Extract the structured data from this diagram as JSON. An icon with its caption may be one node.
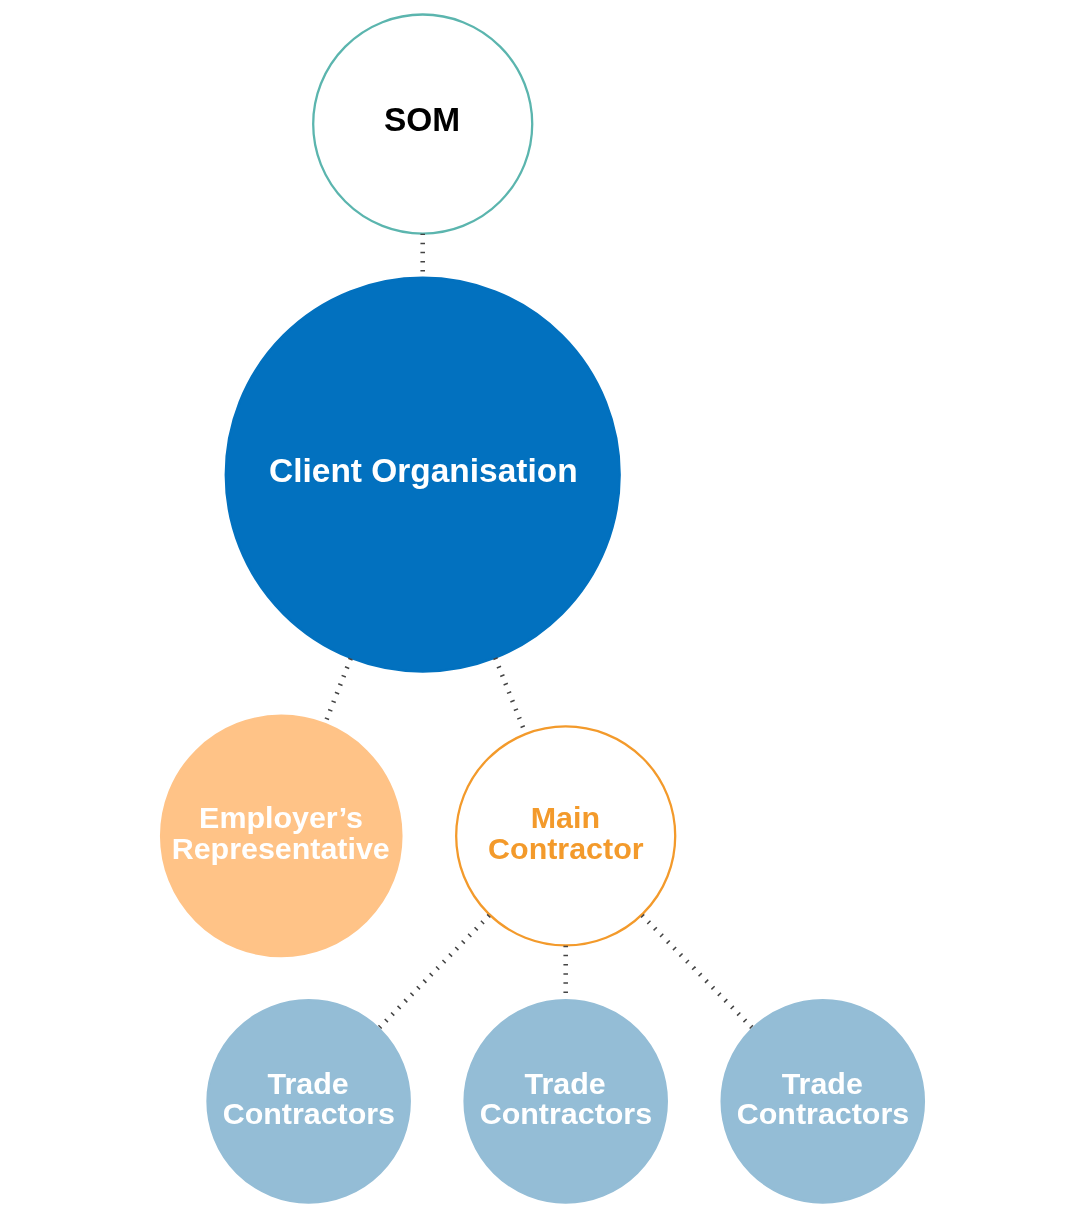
{
  "diagram": {
    "nodes": [
      {
        "text": [
          "SOM"
        ]
      },
      {
        "text": [
          "Client Organisation"
        ]
      },
      {
        "text": [
          "Employer’s Representative"
        ]
      },
      {
        "text": [
          "Main Contractor"
        ]
      },
      {
        "text": [
          "Trade Contractors"
        ]
      },
      {
        "text": [
          "Trade Contractors"
        ]
      },
      {
        "text": [
          "Trade Contractors"
        ]
      }
    ],
    "edges": [
      {
        "from": 0,
        "to": 1,
        "arrow": "none"
      },
      {
        "from": 1,
        "to": 2,
        "arrow": "none"
      },
      {
        "from": 1,
        "to": 3,
        "arrow": "none"
      },
      {
        "from": 3,
        "to": 4,
        "arrow": "none"
      },
      {
        "from": 3,
        "to": 5,
        "arrow": "none"
      },
      {
        "from": 3,
        "to": 6,
        "arrow": "none"
      }
    ]
  }
}
